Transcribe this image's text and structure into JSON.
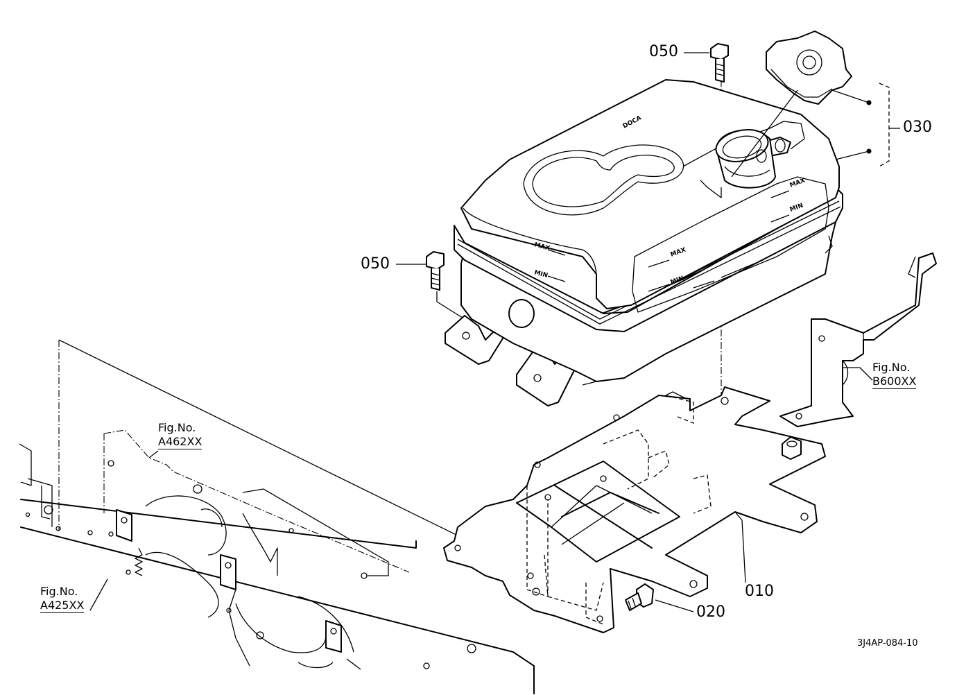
{
  "labels": {
    "p050_top": "050",
    "p050_left": "050",
    "p030": "030",
    "p010": "010",
    "p020": "020"
  },
  "fig_refs": {
    "b600": {
      "prefix": "Fig.No.",
      "code": "B600XX"
    },
    "a462": {
      "prefix": "Fig.No.",
      "code": "A462XX"
    },
    "a425": {
      "prefix": "Fig.No.",
      "code": "A425XX"
    }
  },
  "tank_marks": {
    "max": "MAX",
    "min": "MIN",
    "logo": "DOCA"
  },
  "drawing_code": "3J4AP-084-10"
}
